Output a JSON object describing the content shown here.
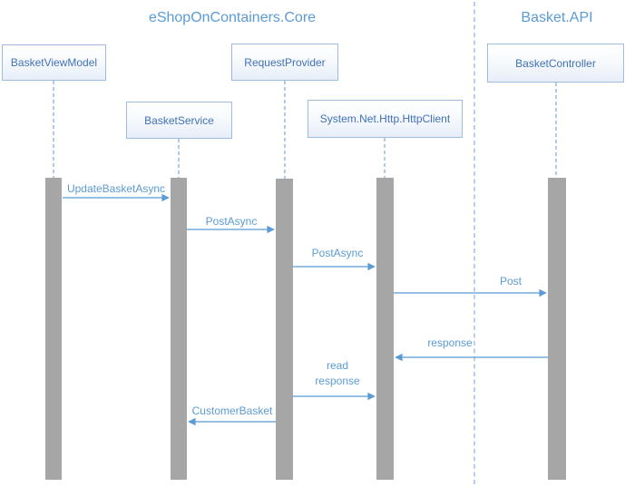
{
  "diagram": {
    "type": "uml-sequence",
    "frames": [
      {
        "label": "eShopOnContainers.Core"
      },
      {
        "label": "Basket.API"
      }
    ],
    "participants": [
      {
        "label": "BasketViewModel",
        "frame": "eShopOnContainers.Core"
      },
      {
        "label": "BasketService",
        "frame": "eShopOnContainers.Core"
      },
      {
        "label": "RequestProvider",
        "frame": "eShopOnContainers.Core"
      },
      {
        "label": "System.Net.Http.HttpClient",
        "frame": "eShopOnContainers.Core"
      },
      {
        "label": "BasketController",
        "frame": "Basket.API"
      }
    ],
    "messages": [
      {
        "label": "UpdateBasketAsync",
        "from": "BasketViewModel",
        "to": "BasketService",
        "direction": "right"
      },
      {
        "label": "PostAsync",
        "from": "BasketService",
        "to": "RequestProvider",
        "direction": "right"
      },
      {
        "label": "PostAsync",
        "from": "RequestProvider",
        "to": "System.Net.Http.HttpClient",
        "direction": "right"
      },
      {
        "label": "Post",
        "from": "System.Net.Http.HttpClient",
        "to": "BasketController",
        "direction": "right"
      },
      {
        "label": "response",
        "from": "BasketController",
        "to": "System.Net.Http.HttpClient",
        "direction": "left"
      },
      {
        "label": "read response",
        "from": "RequestProvider",
        "to": "System.Net.Http.HttpClient",
        "direction": "right"
      },
      {
        "label": "CustomerBasket",
        "from": "RequestProvider",
        "to": "BasketService",
        "direction": "left"
      }
    ],
    "colors": {
      "accent": "#5b9bd5",
      "box_text": "#4072b8",
      "box_border": "#9ebce0",
      "box_fill_bottom": "#e7eef8",
      "activation_bar": "#a6a6a6",
      "lifeline": "#a8c5e8",
      "background": "#ffffff"
    }
  }
}
